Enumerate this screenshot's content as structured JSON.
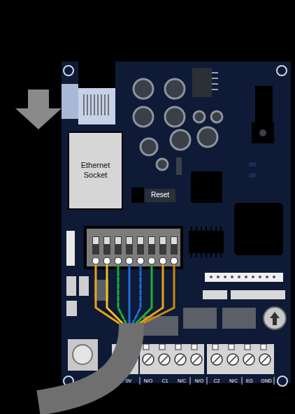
{
  "diagram": {
    "nodes": [
      {
        "text": [
          "Ethernet Socket"
        ]
      },
      {
        "text": [
          "Reset"
        ]
      }
    ],
    "labels": [
      "0V",
      "N/O",
      "C1",
      "N/C",
      "N/O",
      "C2",
      "N/C",
      "EG",
      "GND"
    ]
  }
}
